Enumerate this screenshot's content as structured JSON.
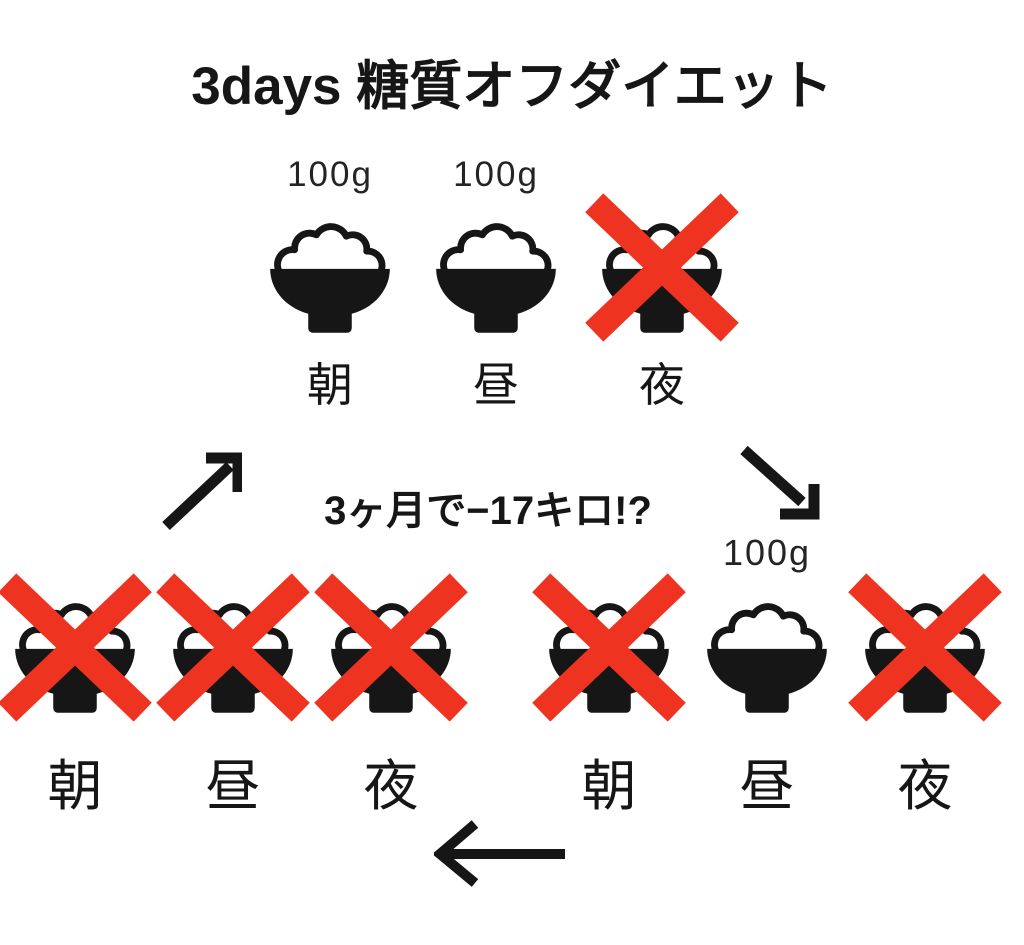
{
  "colors": {
    "background": "#ffffff",
    "ink": "#161616",
    "cross_red": "#ee3420"
  },
  "title": "3days 糖質オフダイエット",
  "cycle": {
    "note": "3ヶ月で−17キロ!?"
  },
  "icons": {
    "bowl": "rice-bowl-icon",
    "cross": "prohibition-cross-icon",
    "arrow_up_right": "arrow-up-right-icon",
    "arrow_down_right": "arrow-down-right-icon",
    "arrow_left": "arrow-left-icon"
  },
  "rows": {
    "top": {
      "meals": [
        {
          "label": "朝",
          "amount": "100g",
          "crossed": false
        },
        {
          "label": "昼",
          "amount": "100g",
          "crossed": false
        },
        {
          "label": "夜",
          "amount": "",
          "crossed": true
        }
      ]
    },
    "bottom_left": {
      "meals": [
        {
          "label": "朝",
          "amount": "",
          "crossed": true
        },
        {
          "label": "昼",
          "amount": "",
          "crossed": true
        },
        {
          "label": "夜",
          "amount": "",
          "crossed": true
        }
      ]
    },
    "bottom_right": {
      "meals": [
        {
          "label": "朝",
          "amount": "",
          "crossed": true
        },
        {
          "label": "昼",
          "amount": "100g",
          "crossed": false
        },
        {
          "label": "夜",
          "amount": "",
          "crossed": true
        }
      ]
    }
  }
}
